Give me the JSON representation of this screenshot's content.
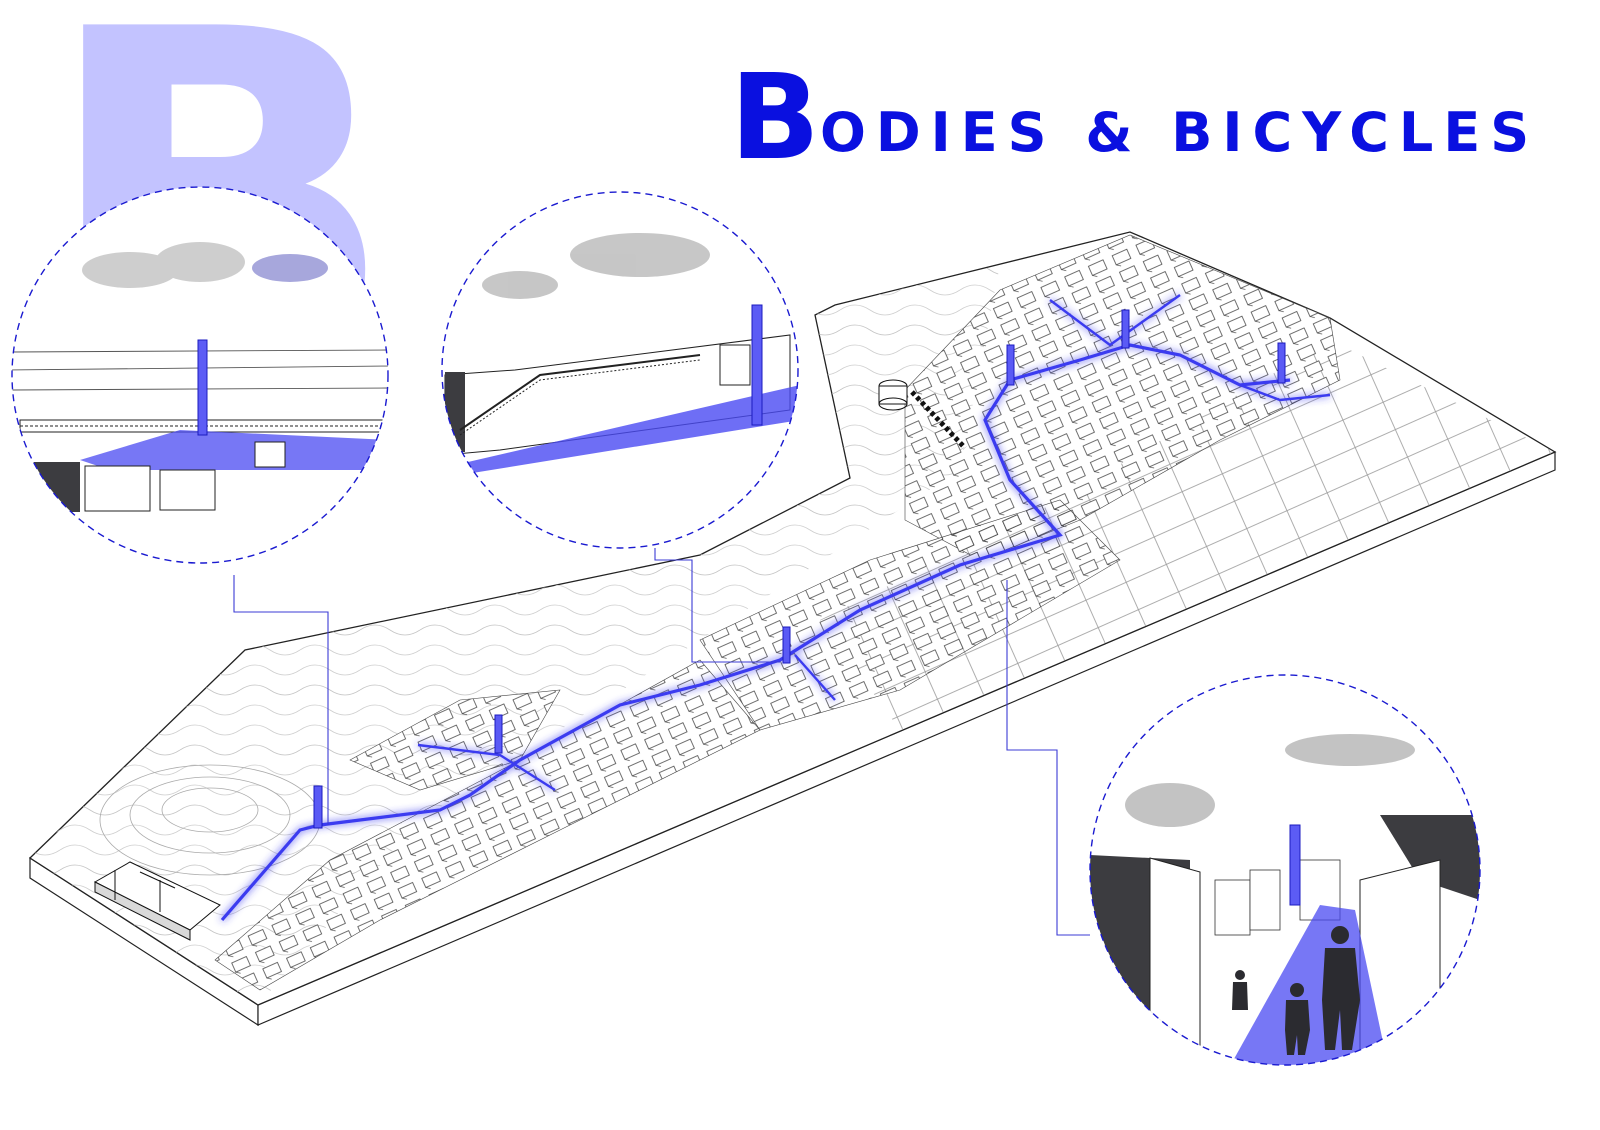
{
  "title": {
    "initial": "B",
    "rest": "ODIES & BICYCLES",
    "backdrop_letter": "B"
  },
  "colors": {
    "accent": "#0a10e0",
    "route": "#3a3af0",
    "route_glow": "#7c7cff",
    "backdrop_letter": "#b9b9ff",
    "linework": "#1a1a1a",
    "building_dark": "#3c3c40"
  },
  "callouts": [
    {
      "id": "left-view",
      "subject": "elevated bridge walkway with tower"
    },
    {
      "id": "middle-view",
      "subject": "ramped walkway along wall with tower"
    },
    {
      "id": "right-view",
      "subject": "street level path with pedestrians and tower"
    }
  ]
}
